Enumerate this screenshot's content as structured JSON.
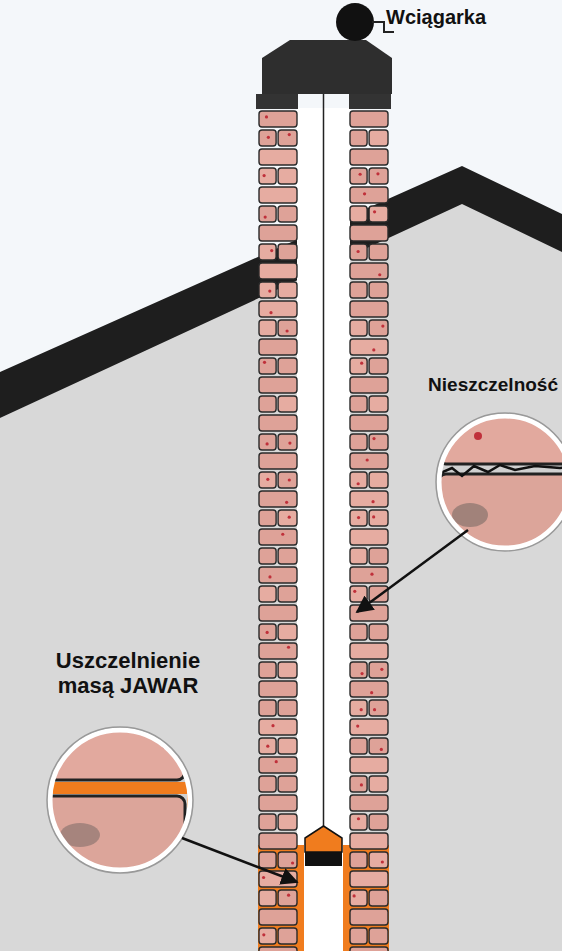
{
  "diagram": {
    "labels": [
      "Wciągarka",
      "Nieszczelność",
      "Uszczelnienie masą JAWAR"
    ]
  }
}
